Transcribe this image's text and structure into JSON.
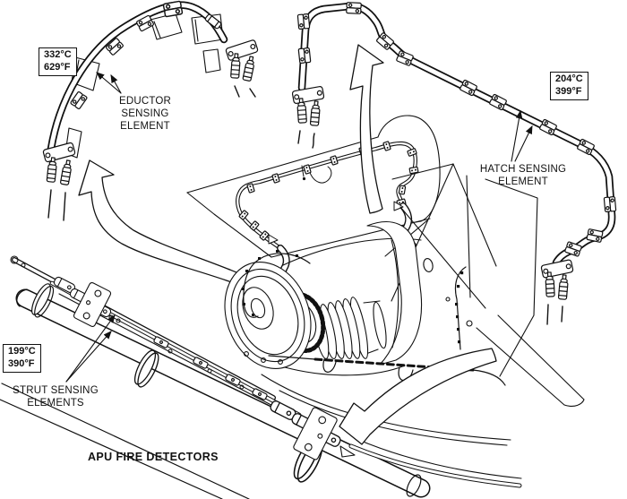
{
  "diagram": {
    "title": "APU FIRE DETECTORS",
    "temp_boxes": {
      "eductor": {
        "celsius": "332°C",
        "fahrenheit": "629°F"
      },
      "hatch": {
        "celsius": "204°C",
        "fahrenheit": "399°F"
      },
      "strut": {
        "celsius": "199°C",
        "fahrenheit": "390°F"
      }
    },
    "labels": {
      "eductor": {
        "line1": "EDUCTOR",
        "line2": "SENSING",
        "line3": "ELEMENT"
      },
      "hatch": {
        "line1": "HATCH SENSING",
        "line2": "ELEMENT"
      },
      "strut": {
        "line1": "STRUT SENSING",
        "line2": "ELEMENTS"
      }
    },
    "colors": {
      "line": "#111111",
      "background": "#ffffff"
    }
  }
}
